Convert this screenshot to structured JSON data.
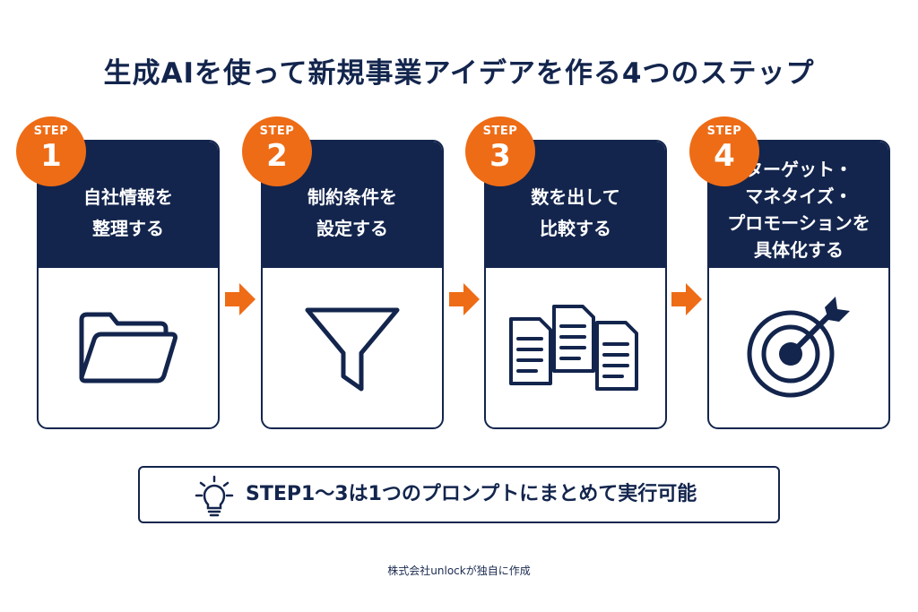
{
  "title": "生成AIを使って新規事業アイデアを作る4つのステップ",
  "steps": [
    {
      "word": "STEP",
      "number": "1",
      "lines": [
        "自社情報を",
        "整理する"
      ],
      "icon": "folder-icon"
    },
    {
      "word": "STEP",
      "number": "2",
      "lines": [
        "制約条件を",
        "設定する"
      ],
      "icon": "funnel-icon"
    },
    {
      "word": "STEP",
      "number": "3",
      "lines": [
        "数を出して",
        "比較する"
      ],
      "icon": "documents-icon"
    },
    {
      "word": "STEP",
      "number": "4",
      "lines": [
        "ターゲット・",
        "マネタイズ・",
        "プロモーションを",
        "具体化する"
      ],
      "icon": "target-icon"
    }
  ],
  "note": {
    "text": "STEP1〜3は1つのプロンプトにまとめて実行可能",
    "icon": "lightbulb-icon"
  },
  "credit": "株式会社unlockが独自に作成",
  "colors": {
    "navy": "#13254d",
    "orange": "#ee6c16",
    "background": "#ffffff"
  }
}
